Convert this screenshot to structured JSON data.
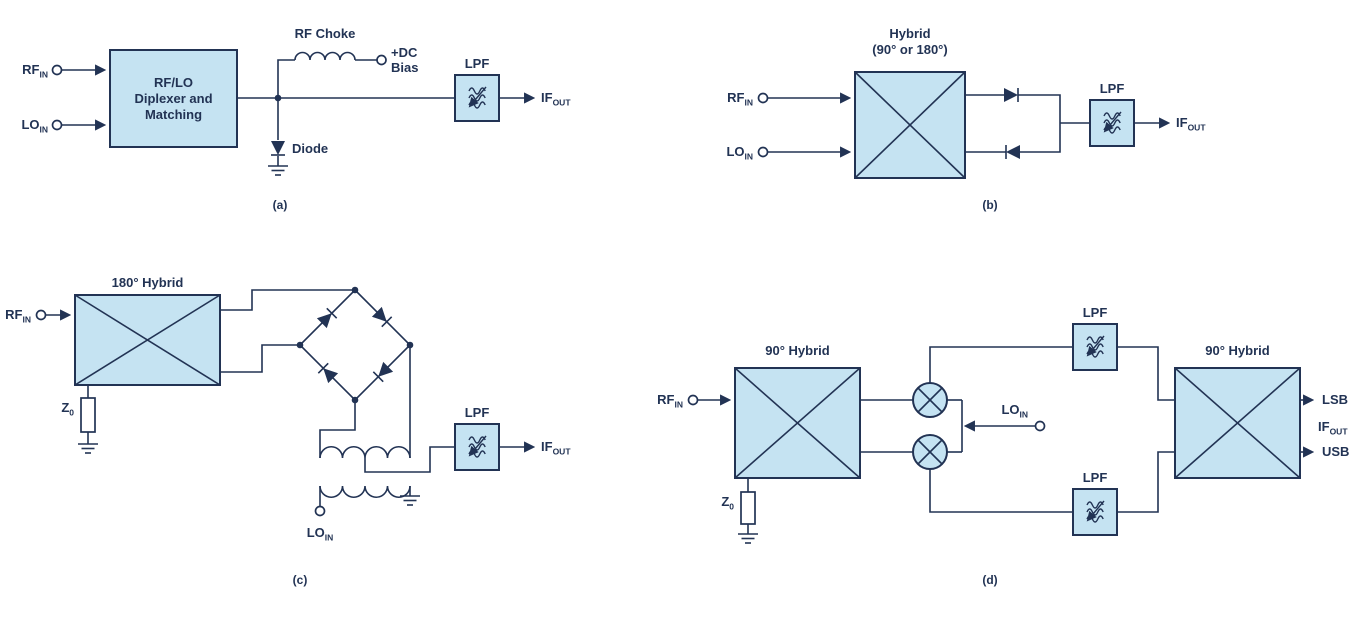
{
  "palette": {
    "ink": "#223354",
    "fill": "#c5e3f2",
    "bg": "#ffffff"
  },
  "figure": {
    "a": {
      "caption": "(a)",
      "rf_in": {
        "base": "RF",
        "sub": "IN"
      },
      "lo_in": {
        "base": "LO",
        "sub": "IN"
      },
      "block_lines": [
        "RF/LO",
        "Diplexer and",
        "Matching"
      ],
      "rf_choke_label": "RF Choke",
      "dc_bias_lines": [
        "+DC",
        "Bias"
      ],
      "diode_label": "Diode",
      "lpf_label": "LPF",
      "if_out": {
        "base": "IF",
        "sub": "OUT"
      }
    },
    "b": {
      "caption": "(b)",
      "hybrid_lines": [
        "Hybrid",
        "(90° or 180°)"
      ],
      "rf_in": {
        "base": "RF",
        "sub": "IN"
      },
      "lo_in": {
        "base": "LO",
        "sub": "IN"
      },
      "lpf_label": "LPF",
      "if_out": {
        "base": "IF",
        "sub": "OUT"
      }
    },
    "c": {
      "caption": "(c)",
      "hybrid_label": "180° Hybrid",
      "rf_in": {
        "base": "RF",
        "sub": "IN"
      },
      "z0": {
        "base": "Z",
        "sub": "0"
      },
      "lo_in": {
        "base": "LO",
        "sub": "IN"
      },
      "lpf_label": "LPF",
      "if_out": {
        "base": "IF",
        "sub": "OUT"
      }
    },
    "d": {
      "caption": "(d)",
      "hybrid1_label": "90° Hybrid",
      "hybrid2_label": "90° Hybrid",
      "rf_in": {
        "base": "RF",
        "sub": "IN"
      },
      "z0": {
        "base": "Z",
        "sub": "0"
      },
      "lo_in": {
        "base": "LO",
        "sub": "IN"
      },
      "lpf1_label": "LPF",
      "lpf2_label": "LPF",
      "lsb_label": "LSB",
      "usb_label": "USB",
      "if_out": {
        "base": "IF",
        "sub": "OUT"
      }
    }
  }
}
